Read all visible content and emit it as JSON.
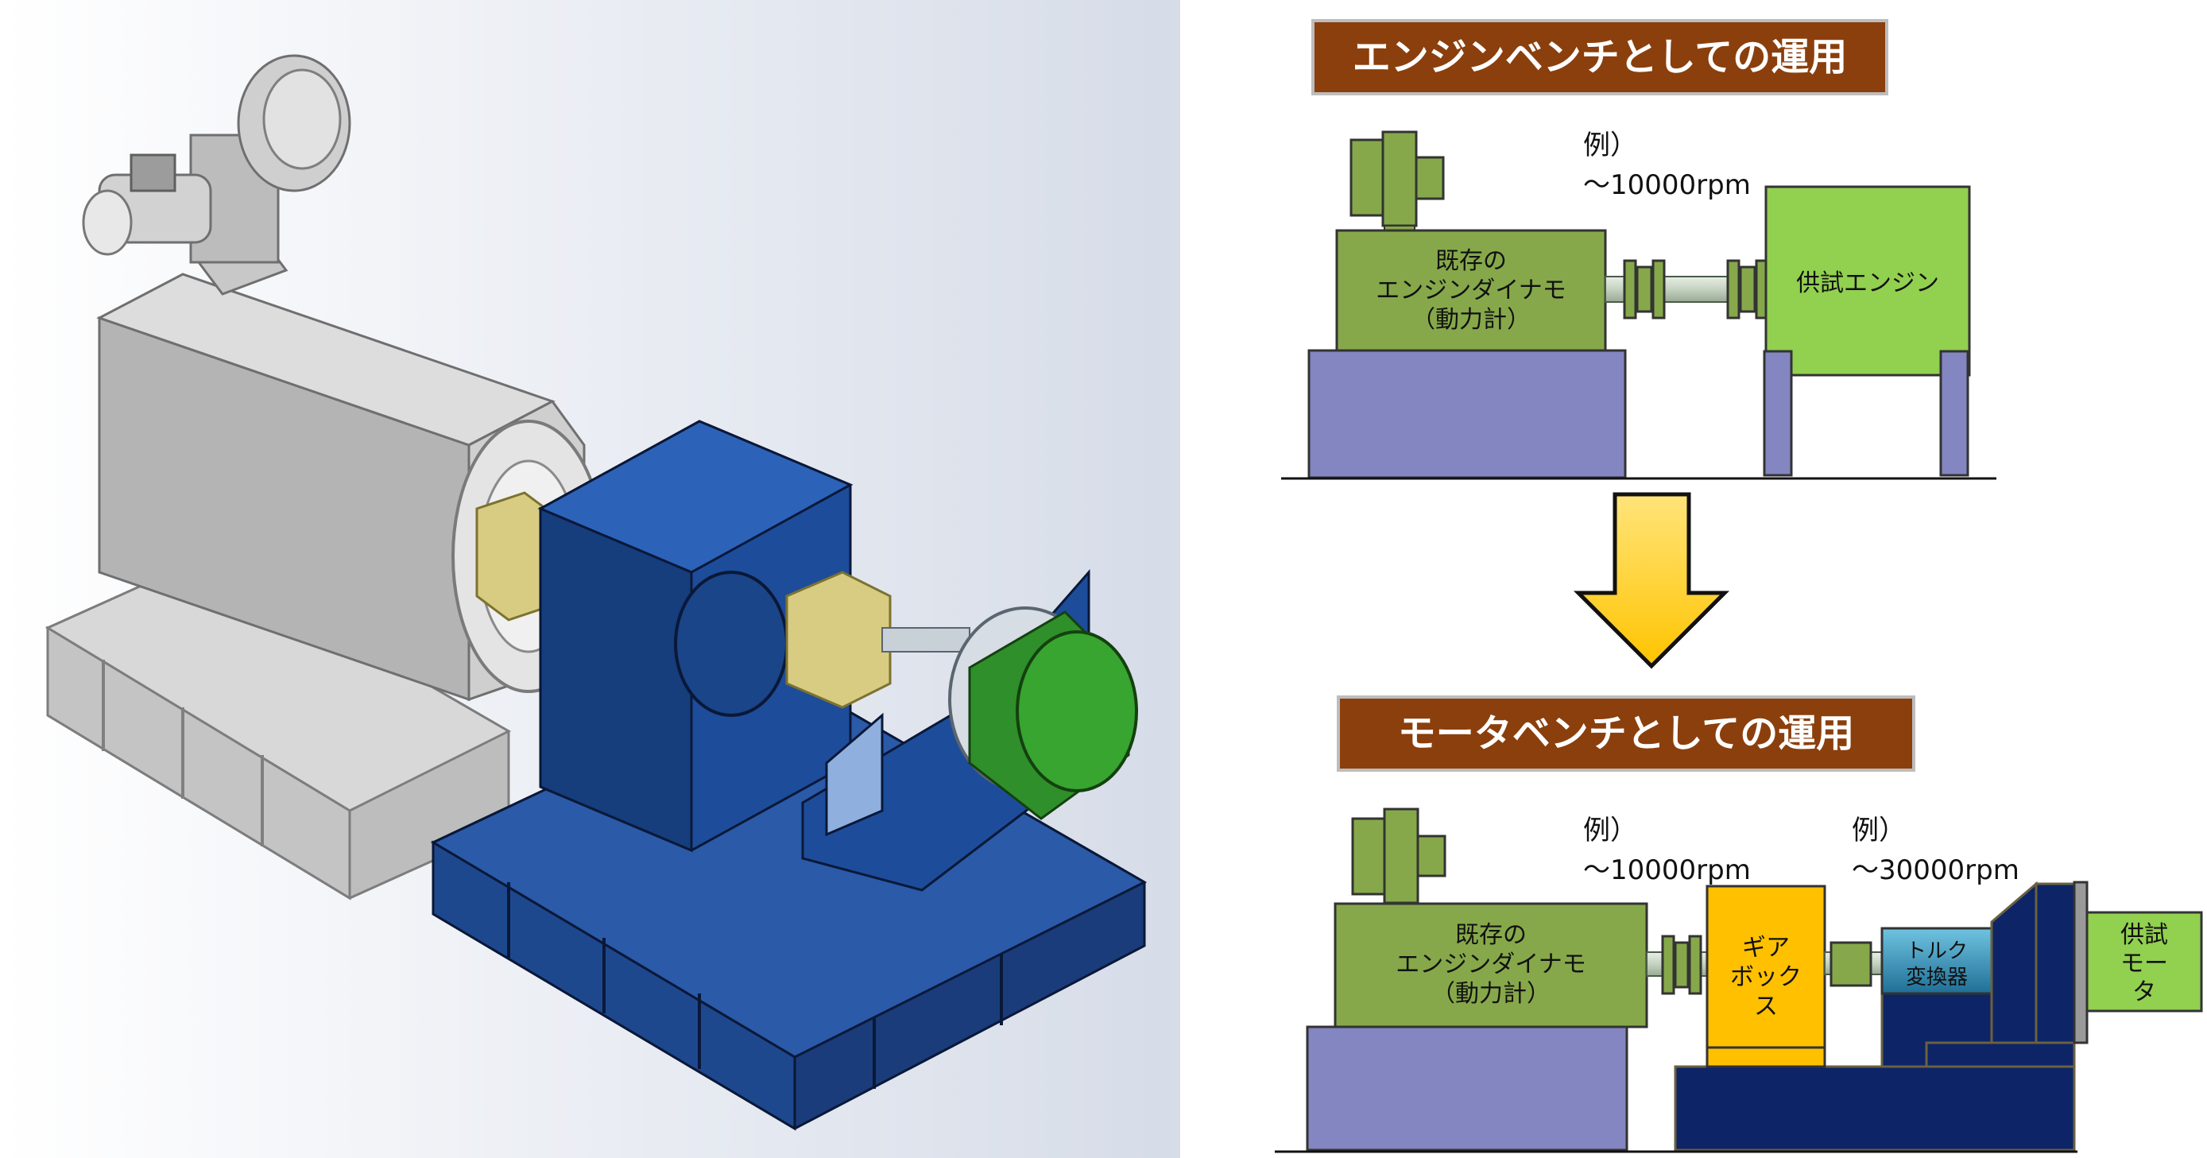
{
  "colors": {
    "title_bg": "#8b3f0c",
    "title_border": "#b5b5b5",
    "dyno_green": "#86a84a",
    "base_purple": "#8386c0",
    "engine_green": "#92d050",
    "gearbox_yellow": "#ffc000",
    "navy": "#0d2466",
    "teal": "#2e8fb5",
    "arrow_yellow": "#ffd21c",
    "cad_blue": "#1f4f9a",
    "cad_gray": "#c9c9c9",
    "cad_green": "#2f8f2a",
    "cad_brass": "#d8cc83"
  },
  "left_panel": {
    "title": "",
    "icons": [
      "existing-dynamometer-cad",
      "motor-bench-cad",
      "test-motor-cad"
    ]
  },
  "engine_bench": {
    "title": "エンジンベンチとしての運用",
    "dyno_label": [
      "既存の",
      "エンジンダイナモ",
      "（動力計）"
    ],
    "note_line1": "例）",
    "note_line2": "～10000rpm",
    "engine_label": "供試エンジン"
  },
  "motor_bench": {
    "title": "モータベンチとしての運用",
    "dyno_label": [
      "既存の",
      "エンジンダイナモ",
      "（動力計）"
    ],
    "note1_line1": "例）",
    "note1_line2": "～10000rpm",
    "note2_line1": "例）",
    "note2_line2": "～30000rpm",
    "gearbox_label": [
      "ギア",
      "ボック",
      "ス"
    ],
    "torque_label": [
      "トルク",
      "変換器"
    ],
    "motor_label": [
      "供試",
      "モー",
      "タ"
    ]
  }
}
